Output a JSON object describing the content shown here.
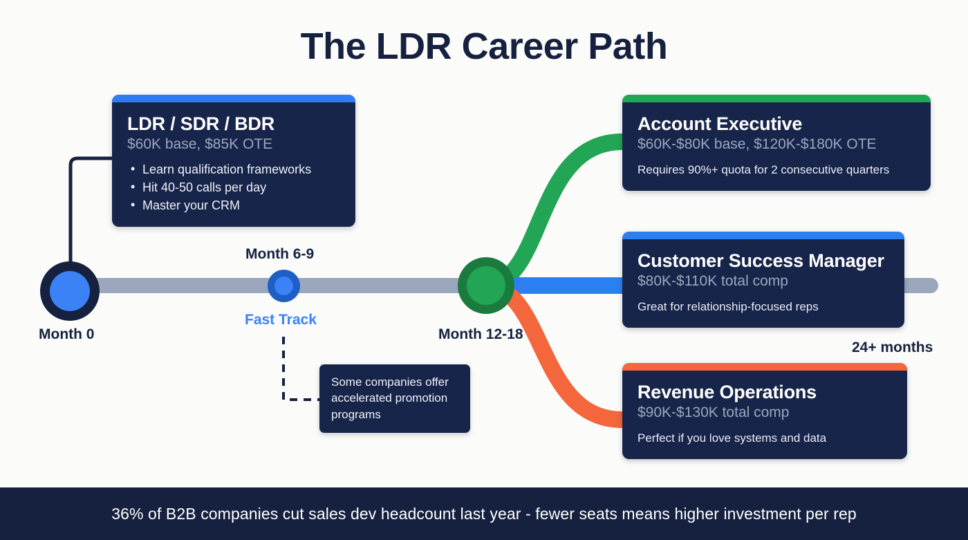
{
  "page": {
    "title": "The LDR Career Path",
    "background_color": "#fbfbfa"
  },
  "colors": {
    "navy": "#16213f",
    "card_bg": "#18254b",
    "blue": "#3b82f6",
    "blue_line": "#2b7ff0",
    "green": "#22a555",
    "orange": "#f4663c",
    "gray_track": "#9aa7bd",
    "muted_text": "#9aa7bd"
  },
  "cards": {
    "ldr": {
      "accent_color": "#2f7df0",
      "title": "LDR / SDR / BDR",
      "subtitle": "$60K base, $85K OTE",
      "bullets": [
        "Learn qualification frameworks",
        "Hit 40-50 calls per day",
        "Master your CRM"
      ]
    },
    "account_executive": {
      "accent_color": "#22a555",
      "title": "Account Executive",
      "subtitle": "$60K-$80K base, $120K-$180K OTE",
      "note": "Requires 90%+ quota for 2 consecutive quarters"
    },
    "customer_success_manager": {
      "accent_color": "#2b7ff0",
      "title": "Customer Success Manager",
      "subtitle": "$80K-$110K total comp",
      "note": "Great for relationship-focused reps"
    },
    "revenue_operations": {
      "accent_color": "#f4663c",
      "title": "Revenue Operations",
      "subtitle": "$90K-$130K total comp",
      "note": "Perfect if you love systems and data"
    }
  },
  "timeline": {
    "month_0_label": "Month 0",
    "month_6_9_label": "Month 6-9",
    "fast_track_label": "Fast Track",
    "month_12_18_label": "Month 12-18",
    "months_24_label": "24+ months"
  },
  "annotation": {
    "text": "Some companies offer accelerated promotion programs"
  },
  "banner": {
    "text": "36% of B2B companies cut sales dev headcount last year - fewer seats means higher investment per rep"
  }
}
